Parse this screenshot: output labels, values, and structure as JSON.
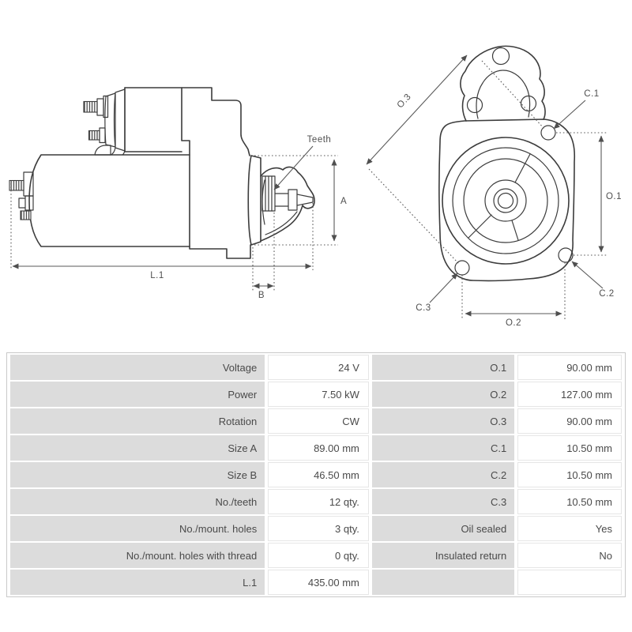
{
  "colors": {
    "background": "#ffffff",
    "line": "#3c3c3c",
    "dim_line": "#5a5a5a",
    "dim_text": "#4f4f4f",
    "table_label_bg": "#dcdcdc",
    "table_value_bg": "#ffffff",
    "table_border": "#c9c9c9",
    "table_text": "#4a4a4a"
  },
  "diagram": {
    "side_view": {
      "labels": {
        "teeth": "Teeth",
        "dim_a": "A",
        "dim_b": "B",
        "dim_l1": "L.1"
      }
    },
    "front_view": {
      "labels": {
        "o1": "O.1",
        "o2": "O.2",
        "o3": "O.3",
        "c1": "C.1",
        "c2": "C.2",
        "c3": "C.3"
      }
    }
  },
  "table": {
    "rows": [
      {
        "label_left": "Voltage",
        "value_left": "24 V",
        "label_right": "O.1",
        "value_right": "90.00 mm"
      },
      {
        "label_left": "Power",
        "value_left": "7.50 kW",
        "label_right": "O.2",
        "value_right": "127.00 mm"
      },
      {
        "label_left": "Rotation",
        "value_left": "CW",
        "label_right": "O.3",
        "value_right": "90.00 mm"
      },
      {
        "label_left": "Size A",
        "value_left": "89.00 mm",
        "label_right": "C.1",
        "value_right": "10.50 mm"
      },
      {
        "label_left": "Size B",
        "value_left": "46.50 mm",
        "label_right": "C.2",
        "value_right": "10.50 mm"
      },
      {
        "label_left": "No./teeth",
        "value_left": "12 qty.",
        "label_right": "C.3",
        "value_right": "10.50 mm"
      },
      {
        "label_left": "No./mount. holes",
        "value_left": "3 qty.",
        "label_right": "Oil sealed",
        "value_right": "Yes"
      },
      {
        "label_left": "No./mount. holes with thread",
        "value_left": "0 qty.",
        "label_right": "Insulated return",
        "value_right": "No"
      },
      {
        "label_left": "L.1",
        "value_left": "435.00 mm",
        "label_right": "",
        "value_right": ""
      }
    ]
  }
}
